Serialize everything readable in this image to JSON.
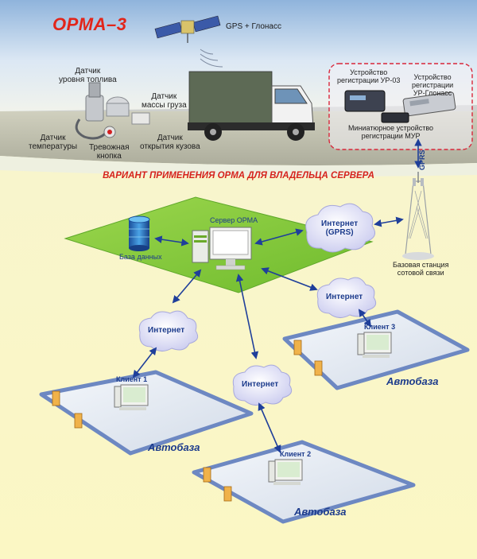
{
  "logo": "ОРМА–3",
  "satellite_label": "GPS + Глонасс",
  "banner": "ВАРИАНТ ПРИМЕНЕНИЯ ОРМА ДЛЯ ВЛАДЕЛЬЦА СЕРВЕРА",
  "sensors": {
    "fuel": "Датчик\nуровня топлива",
    "cargo": "Датчик\nмассы груза",
    "temperature": "Датчик\nтемпературы",
    "alarm": "Тревожная\nкнопка",
    "body": "Датчик\nоткрытия кузова"
  },
  "devices": {
    "ur03": "Устройство\nрегистрации УР-03",
    "ur_glonass": "Устройство\nрегистрации\nУР-Глонасс",
    "mur": "Миниатюрное устройство\nрегистрации МУР"
  },
  "gprs": "GPRS",
  "server": "Сервер ОРМА",
  "database": "База данных",
  "internet_gprs": "Интернет\n(GPRS)",
  "tower": "Базовая станция\nсотовой связи",
  "internet": "Интернет",
  "clients": [
    "Клиент 1",
    "Клиент 2",
    "Клиент 3"
  ],
  "autobase": "Автобаза",
  "colors": {
    "accent_red": "#e2251a",
    "label_blue": "#1c3b8c",
    "arrow_blue": "#1f3f9a",
    "green_zone": "#86cc3a",
    "sky": "#a9c6e4"
  }
}
